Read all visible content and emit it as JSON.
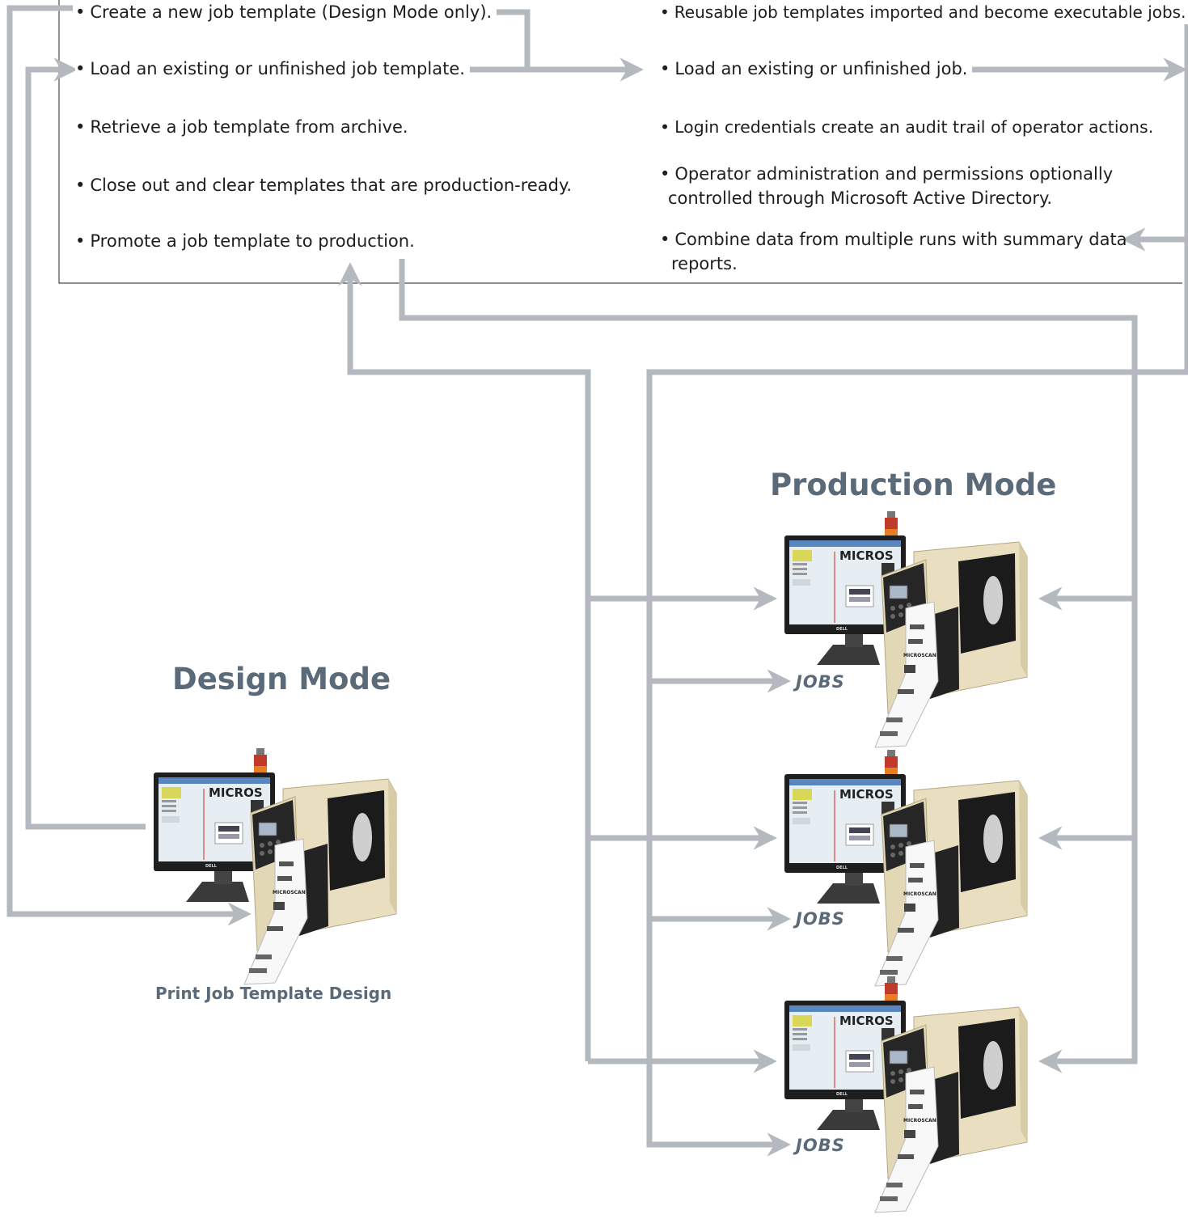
{
  "colors": {
    "arrow": "#b3b9bf",
    "title": "#5b6a78",
    "text": "#1e1e1e",
    "printer_body": "#e9dfc0",
    "printer_dark": "#222222"
  },
  "design_features": [
    {
      "bullet": "•",
      "text": "Create a new job template (Design Mode only)."
    },
    {
      "bullet": "•",
      "text": "Load an existing or unfinished job template."
    },
    {
      "bullet": "•",
      "text": "Retrieve a job template from archive."
    },
    {
      "bullet": "•",
      "text": "Close out and clear templates that are production-ready."
    },
    {
      "bullet": "•",
      "text": "Promote a job template to production."
    }
  ],
  "production_features": [
    {
      "bullet": "•",
      "text": "Reusable job templates imported and become executable jobs."
    },
    {
      "bullet": "•",
      "text": "Load an existing or unfinished job."
    },
    {
      "bullet": "•",
      "text": "Login credentials create an audit trail of operator actions."
    },
    {
      "bullet": "•",
      "text": "Operator administration and permissions optionally",
      "text2": "controlled  through Microsoft Active Directory."
    },
    {
      "bullet": "•",
      "text": "Combine data from multiple runs with summary data",
      "text2": "reports."
    }
  ],
  "design_mode": {
    "title": "Design Mode",
    "caption": "Print Job Template Design",
    "station": {
      "screen_brand": "MICROS",
      "monitor_brand": "DELL",
      "label_brand": "MICROSCAN"
    }
  },
  "production_mode": {
    "title": "Production Mode",
    "stations": [
      {
        "jobs_label": "JOBS",
        "screen_brand": "MICROS",
        "monitor_brand": "DELL",
        "label_brand": "MICROSCAN"
      },
      {
        "jobs_label": "JOBS",
        "screen_brand": "MICROS",
        "monitor_brand": "DELL",
        "label_brand": "MICROSCAN"
      },
      {
        "jobs_label": "JOBS",
        "screen_brand": "MICROS",
        "monitor_brand": "DELL",
        "label_brand": "MICROSCAN"
      }
    ]
  }
}
